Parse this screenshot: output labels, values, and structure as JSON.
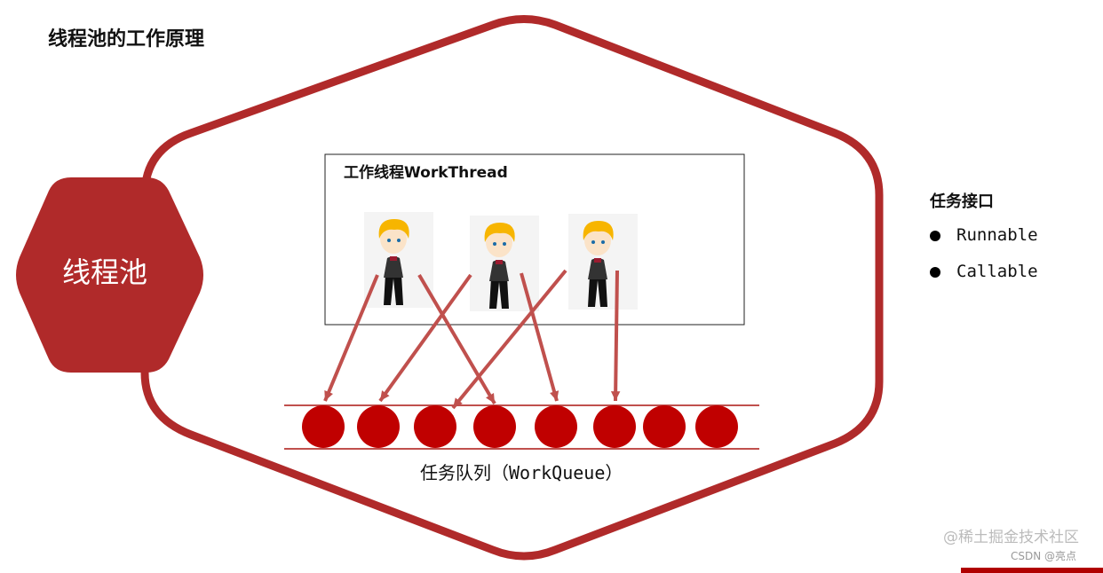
{
  "title": "线程池的工作原理",
  "pool_label": "线程池",
  "worker_box_label": "工作线程WorkThread",
  "queue_label": "任务队列（WorkQueue）",
  "interfaces": {
    "heading": "任务接口",
    "items": [
      "Runnable",
      "Callable"
    ]
  },
  "watermark": {
    "line1": "@稀土掘金技术社区",
    "line2": "CSDN @亮点"
  },
  "colors": {
    "accent": "#b02a2a",
    "queue_item": "#c00000",
    "arrow": "#c0504d"
  },
  "worker_count": 3,
  "queue_item_count": 8
}
